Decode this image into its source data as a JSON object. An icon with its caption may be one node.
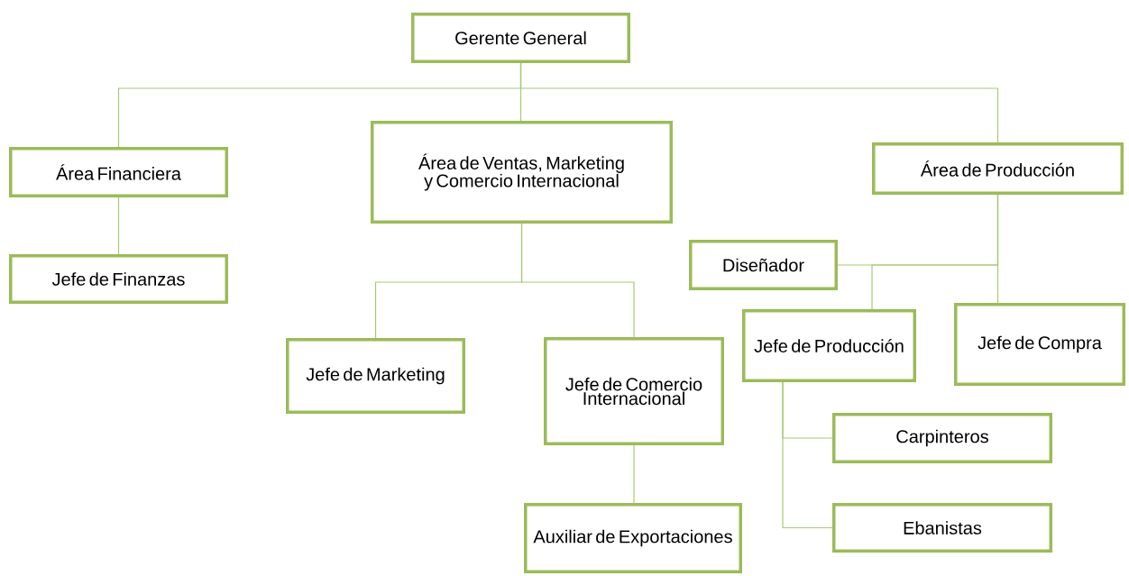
{
  "diagram": {
    "nodes": [
      {
        "text": [
          "Gerente General"
        ]
      },
      {
        "text": [
          "Área Financiera"
        ]
      },
      {
        "text": [
          "Área de Ventas, Marketing y Comercio Internacional"
        ]
      },
      {
        "text": [
          "Área de Producción"
        ]
      },
      {
        "text": [
          "Jefe de Finanzas"
        ]
      },
      {
        "text": [
          "Jefe de Marketing"
        ]
      },
      {
        "text": [
          "Jefe de Comercio Internacional"
        ]
      },
      {
        "text": [
          "Auxiliar de Exportaciones"
        ]
      },
      {
        "text": [
          "Diseñador"
        ]
      },
      {
        "text": [
          "Jefe de Producción"
        ]
      },
      {
        "text": [
          "Jefe de Compra"
        ]
      },
      {
        "text": [
          "Carpinteros"
        ]
      },
      {
        "text": [
          "Ebanistas"
        ]
      }
    ],
    "edges": [
      {
        "from": 0,
        "to": 1,
        "arrow": "none"
      },
      {
        "from": 0,
        "to": 2,
        "arrow": "none"
      },
      {
        "from": 0,
        "to": 3,
        "arrow": "none"
      },
      {
        "from": 1,
        "to": 4,
        "arrow": "none"
      },
      {
        "from": 2,
        "to": 5,
        "arrow": "none"
      },
      {
        "from": 2,
        "to": 6,
        "arrow": "none"
      },
      {
        "from": 6,
        "to": 7,
        "arrow": "none"
      },
      {
        "from": 3,
        "to": 8,
        "arrow": "none"
      },
      {
        "from": 3,
        "to": 9,
        "arrow": "none"
      },
      {
        "from": 3,
        "to": 10,
        "arrow": "none"
      },
      {
        "from": 9,
        "to": 11,
        "arrow": "none"
      },
      {
        "from": 9,
        "to": 12,
        "arrow": "none"
      }
    ]
  }
}
